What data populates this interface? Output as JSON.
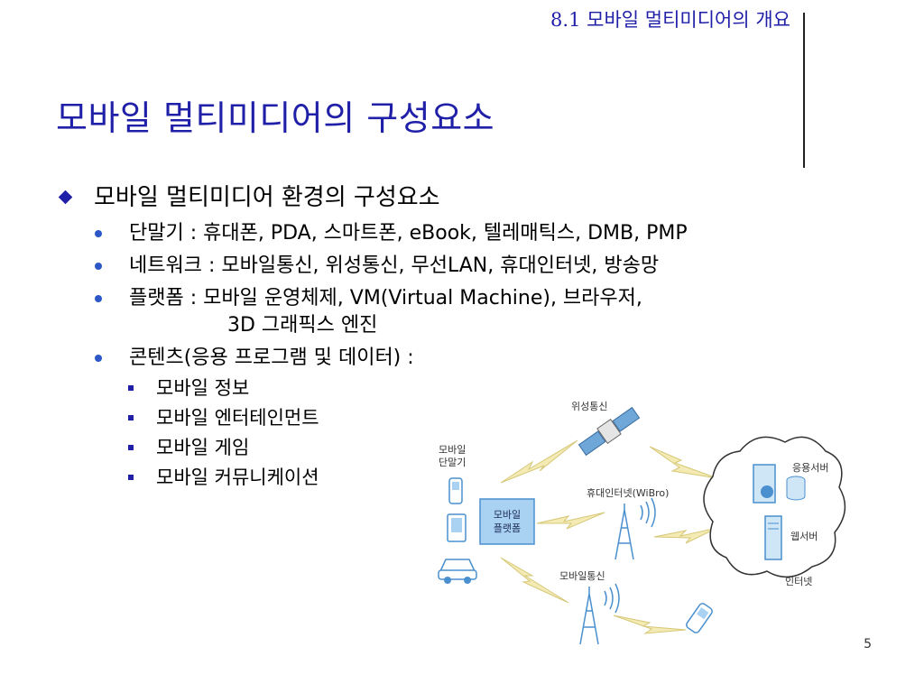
{
  "header": {
    "section": "8.1 모바일 멀티미디어의 개요"
  },
  "title": "모바일 멀티미디어의 구성요소",
  "content": {
    "heading": "모바일 멀티미디어 환경의 구성요소",
    "bullets": [
      {
        "text": "단말기 : 휴대폰, PDA, 스마트폰, eBook, 텔레매틱스, DMB, PMP"
      },
      {
        "text": "네트워크 : 모바일통신, 위성통신, 무선LAN, 휴대인터넷, 방송망"
      },
      {
        "text": "플랫폼 : 모바일 운영체제, VM(Virtual Machine), 브라우저,",
        "cont": "3D 그래픽스 엔진"
      },
      {
        "text": "콘텐츠(응용 프로그램 및 데이터) :"
      }
    ],
    "subbullets": [
      "모바일 정보",
      "모바일 엔터테인먼트",
      "모바일 게임",
      "모바일 커뮤니케이션"
    ]
  },
  "diagram": {
    "satellite": "위성통신",
    "terminal_line1": "모바일",
    "terminal_line2": "단말기",
    "platform_line1": "모바일",
    "platform_line2": "플랫폼",
    "wibro": "휴대인터넷(WiBro)",
    "mobile_comm": "모바일통신",
    "app_server": "응용서버",
    "web_server": "웹서버",
    "internet": "인터넷"
  },
  "page_number": "5"
}
